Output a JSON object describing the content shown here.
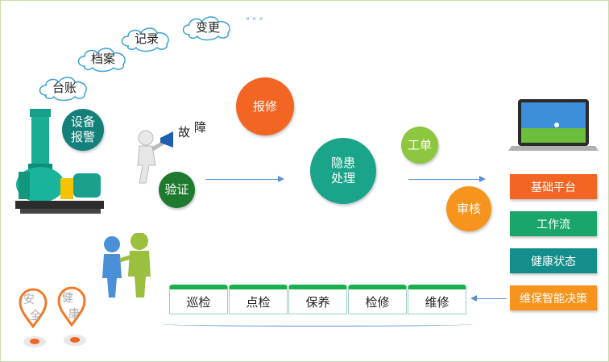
{
  "clouds": {
    "ledger": "台账",
    "archive": "档案",
    "record": "记录",
    "change": "变更",
    "ellipsis": "° ° °"
  },
  "nodes": {
    "equipment_alarm_line1": "设备",
    "equipment_alarm_line2": "报警",
    "fault_char1": "故",
    "fault_char2": "障",
    "verify": "验证",
    "repair_report": "报修",
    "hazard_line1": "隐患",
    "hazard_line2": "处理",
    "work_order": "工单",
    "audit": "审核"
  },
  "side_boxes": {
    "basic_platform": "基础平台",
    "workflow": "工作流",
    "health_status": "健康状态",
    "maintenance_decision": "维保智能决策"
  },
  "steps": [
    "巡检",
    "点检",
    "保养",
    "检修",
    "维修"
  ],
  "tags": {
    "safety_char1": "安",
    "safety_char2": "全",
    "health_char1": "健",
    "health_char2": "康"
  },
  "colors": {
    "green_dark": "#1e7a2e",
    "teal": "#1aa58a",
    "orange_red": "#f26522",
    "orange": "#f7941d",
    "lime": "#8dc63f",
    "teal_blue": "#138e8a"
  }
}
